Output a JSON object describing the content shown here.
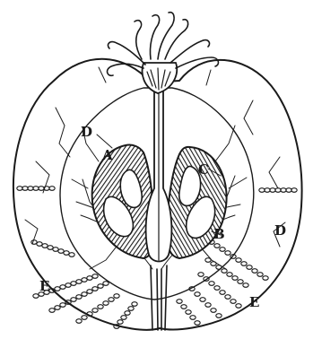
{
  "labels": {
    "d_upper": "D",
    "a": "A",
    "c": "C",
    "b": "B",
    "d_right": "D",
    "e_left": "E",
    "e_right": "E"
  },
  "colors": {
    "ink": "#1a1a1a",
    "paper": "#ffffff"
  }
}
